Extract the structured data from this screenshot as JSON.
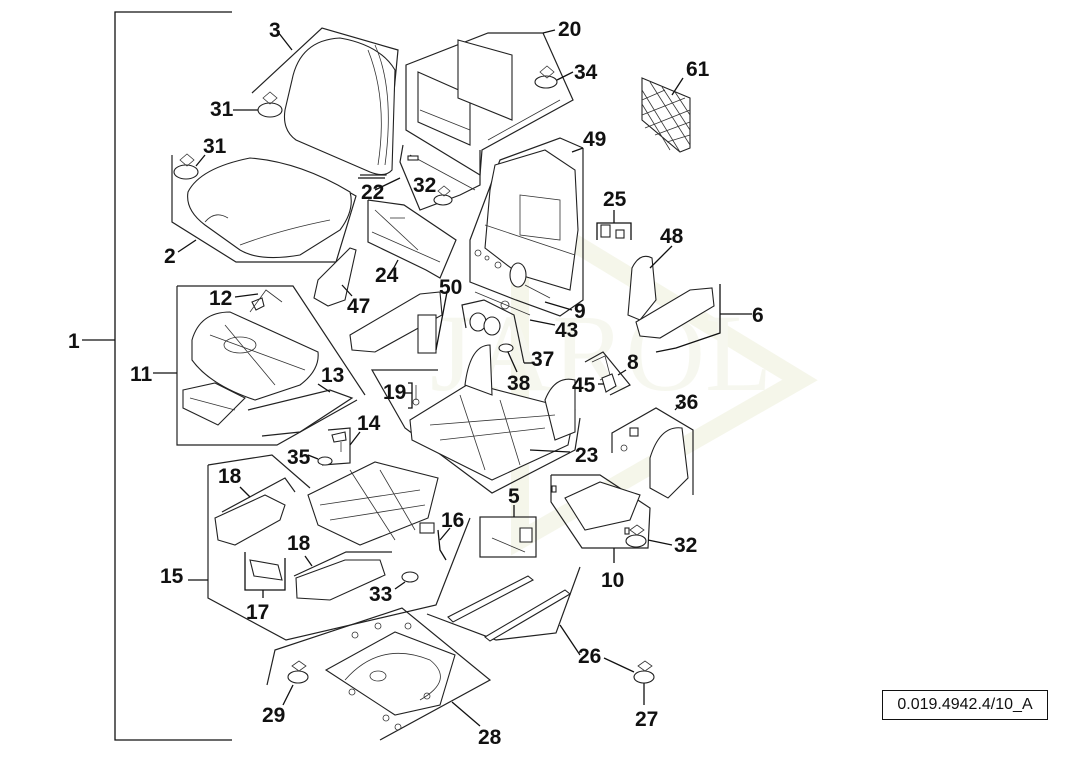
{
  "diagram": {
    "title": "Seat assembly exploded parts diagram",
    "reference_code": "0.019.4942.4/10_A",
    "watermark_text": "JAROL",
    "accent_colors": {
      "line": "#111111",
      "watermark": "#e8ecc8",
      "background": "#ffffff"
    },
    "callouts": [
      {
        "id": "c1",
        "label": "1"
      },
      {
        "id": "c2",
        "label": "2"
      },
      {
        "id": "c3",
        "label": "3"
      },
      {
        "id": "c5",
        "label": "5"
      },
      {
        "id": "c6",
        "label": "6"
      },
      {
        "id": "c8",
        "label": "8"
      },
      {
        "id": "c9",
        "label": "9"
      },
      {
        "id": "c10",
        "label": "10"
      },
      {
        "id": "c11",
        "label": "11"
      },
      {
        "id": "c12",
        "label": "12"
      },
      {
        "id": "c13",
        "label": "13"
      },
      {
        "id": "c14",
        "label": "14"
      },
      {
        "id": "c15",
        "label": "15"
      },
      {
        "id": "c16",
        "label": "16"
      },
      {
        "id": "c17",
        "label": "17"
      },
      {
        "id": "c18a",
        "label": "18"
      },
      {
        "id": "c18b",
        "label": "18"
      },
      {
        "id": "c19",
        "label": "19"
      },
      {
        "id": "c20",
        "label": "20"
      },
      {
        "id": "c22",
        "label": "22"
      },
      {
        "id": "c23",
        "label": "23"
      },
      {
        "id": "c24",
        "label": "24"
      },
      {
        "id": "c25",
        "label": "25"
      },
      {
        "id": "c26",
        "label": "26"
      },
      {
        "id": "c27",
        "label": "27"
      },
      {
        "id": "c28",
        "label": "28"
      },
      {
        "id": "c29",
        "label": "29"
      },
      {
        "id": "c31a",
        "label": "31"
      },
      {
        "id": "c31b",
        "label": "31"
      },
      {
        "id": "c32a",
        "label": "32"
      },
      {
        "id": "c32b",
        "label": "32"
      },
      {
        "id": "c33",
        "label": "33"
      },
      {
        "id": "c34",
        "label": "34"
      },
      {
        "id": "c35",
        "label": "35"
      },
      {
        "id": "c36",
        "label": "36"
      },
      {
        "id": "c37",
        "label": "37"
      },
      {
        "id": "c38",
        "label": "38"
      },
      {
        "id": "c43",
        "label": "43"
      },
      {
        "id": "c45",
        "label": "45"
      },
      {
        "id": "c47",
        "label": "47"
      },
      {
        "id": "c48",
        "label": "48"
      },
      {
        "id": "c49",
        "label": "49"
      },
      {
        "id": "c50",
        "label": "50"
      },
      {
        "id": "c61",
        "label": "61"
      }
    ]
  }
}
